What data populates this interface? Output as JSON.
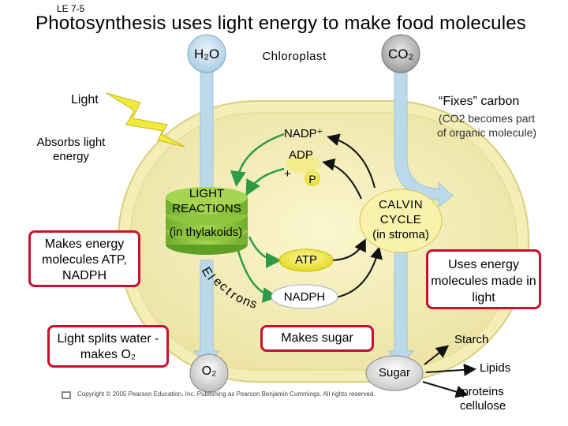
{
  "slide_label": "LE 7-5",
  "title": "Photosynthesis uses light energy to make food molecules",
  "inputs": {
    "water": "H₂O",
    "chloroplast": "Chloroplast",
    "co2": "CO₂"
  },
  "light": "Light",
  "fixes_carbon": {
    "heading": "“Fixes” carbon",
    "note": "(CO2 becomes part of organic molecule)"
  },
  "absorbs": "Absorbs light energy",
  "nadp_plus": "NADP⁺",
  "adp": "ADP",
  "plus_p": {
    "plus": "+",
    "p": "P"
  },
  "light_reactions": {
    "title": "LIGHT REACTIONS",
    "location": "(in thylakoids)"
  },
  "calvin_cycle": {
    "title": "CALVIN CYCLE",
    "location": "(in stroma)"
  },
  "makes_energy": "Makes energy molecules ATP, NADPH",
  "atp": "ATP",
  "nadph": "NADPH",
  "electrons": [
    "E",
    "l",
    "e",
    "c",
    "t",
    "r",
    "o",
    "n",
    "s"
  ],
  "uses_energy": "Uses energy molecules made in light",
  "light_splits": "Light splits water -makes O₂",
  "makes_sugar": "Makes sugar",
  "o2": "O₂",
  "starch": "Starch",
  "sugar": "Sugar",
  "lipids": "Lipids",
  "proteins_cellulose": "proteins cellulose",
  "copyright": "Copyright © 2005 Pearson Education, Inc. Publishing as Pearson Benjamin Cummings. All rights reserved.",
  "colors": {
    "accent_red": "#c8102e",
    "chloroplast_fill": "#f6f0bf",
    "thylakoid_green": "#8fc43e",
    "channel_blue": "#bcd9ea",
    "atp_yellow": "#f1ea3e",
    "arrow_green": "#2e9a46"
  }
}
